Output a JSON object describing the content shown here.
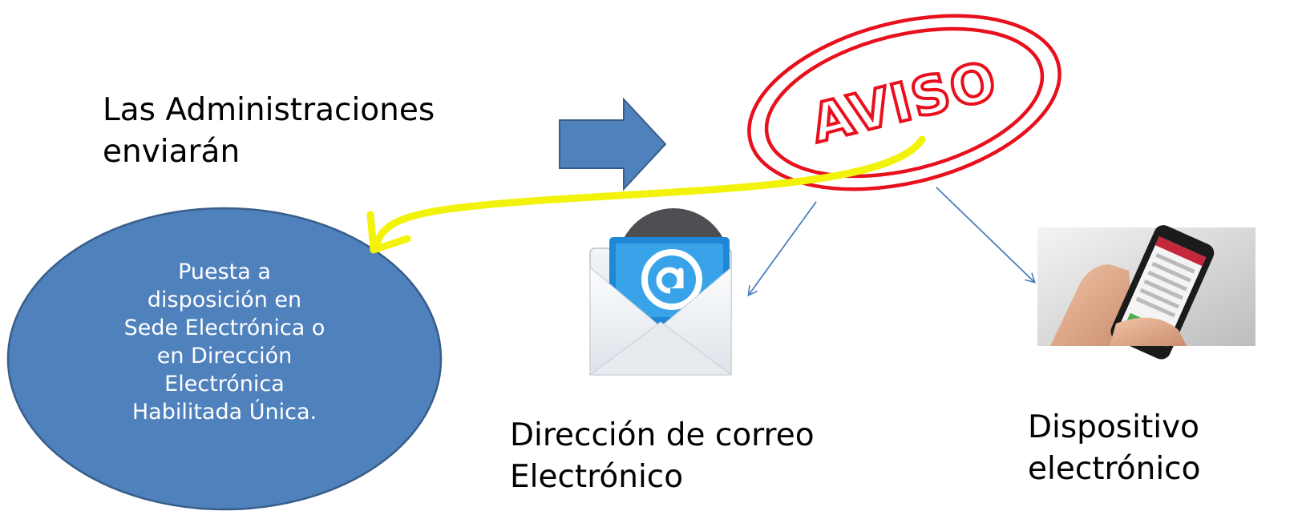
{
  "senders_text": "Las Administraciones\nenviarán",
  "stamp_text": "AVISO",
  "ellipse_text": "Puesta a\ndisposición en\nSede Electrónica o\nen Dirección\nElectrónica\nHabilitada Única.",
  "email_label": "Dirección de correo\nElectrónico",
  "device_label": "Dispositivo\nelectrónico",
  "icons": {
    "arrow": "right-arrow-icon",
    "email": "email-envelope-icon",
    "device": "smartphone-in-hand-icon"
  },
  "colors": {
    "shape_fill": "#4f81bd",
    "shape_stroke": "#385d8a",
    "stamp_red": "#e8101c",
    "highlight_curve": "#f2f20a",
    "connector": "#4a7ebb"
  }
}
